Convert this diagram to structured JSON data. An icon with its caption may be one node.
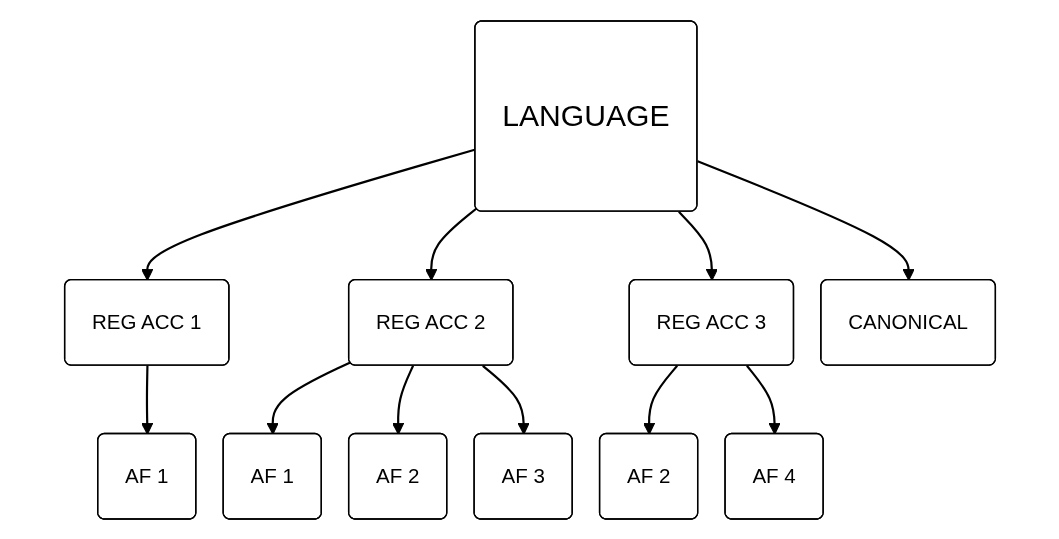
{
  "diagram": {
    "nodes": [
      {
        "text": [
          "LANGUAGE"
        ]
      },
      {
        "text": [
          "REG ACC 1"
        ]
      },
      {
        "text": [
          "REG ACC 2"
        ]
      },
      {
        "text": [
          "REG ACC 3"
        ]
      },
      {
        "text": [
          "CANONICAL"
        ]
      },
      {
        "text": [
          "AF 1"
        ]
      },
      {
        "text": [
          "AF 1"
        ]
      },
      {
        "text": [
          "AF 2"
        ]
      },
      {
        "text": [
          "AF 3"
        ]
      },
      {
        "text": [
          "AF 2"
        ]
      },
      {
        "text": [
          "AF 4"
        ]
      }
    ],
    "edges": [
      {
        "from": 0,
        "to": 1,
        "arrow": "to"
      },
      {
        "from": 0,
        "to": 2,
        "arrow": "to"
      },
      {
        "from": 0,
        "to": 3,
        "arrow": "to"
      },
      {
        "from": 0,
        "to": 4,
        "arrow": "to"
      },
      {
        "from": 1,
        "to": 5,
        "arrow": "to"
      },
      {
        "from": 2,
        "to": 6,
        "arrow": "to"
      },
      {
        "from": 2,
        "to": 7,
        "arrow": "to"
      },
      {
        "from": 2,
        "to": 8,
        "arrow": "to"
      },
      {
        "from": 3,
        "to": 9,
        "arrow": "to"
      },
      {
        "from": 3,
        "to": 10,
        "arrow": "to"
      }
    ]
  }
}
